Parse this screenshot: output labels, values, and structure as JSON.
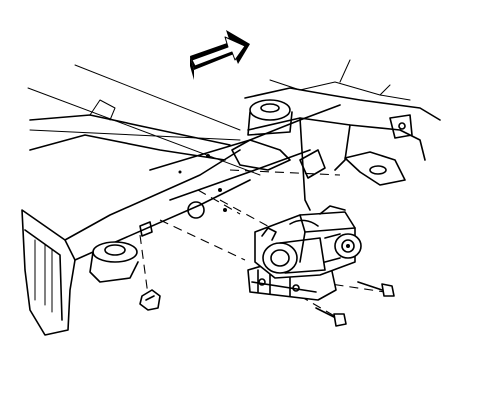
{
  "figure": {
    "kind": "exploded-view line drawing",
    "subject_icons": [
      "direction-arrow-icon",
      "frame-crossmember",
      "air-compressor-assembly",
      "mounting-bracket",
      "mounting-bolt",
      "bracket-nut"
    ],
    "colors": {
      "ink": "#000000",
      "paper": "#ffffff"
    }
  }
}
